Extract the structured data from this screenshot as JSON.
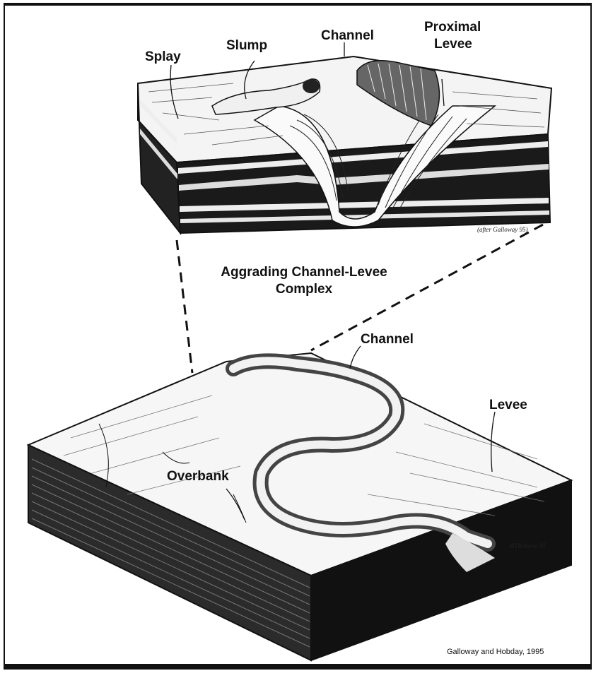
{
  "figure": {
    "upper_block": {
      "labels": {
        "splay": "Splay",
        "slump": "Slump",
        "channel": "Channel",
        "proximal_levee_line1": "Proximal",
        "proximal_levee_line2": "Levee"
      },
      "caption_line1": "Aggrading Channel-Levee",
      "caption_line2": "Complex"
    },
    "lower_block": {
      "labels": {
        "channel": "Channel",
        "levee": "Levee",
        "overbank": "Overbank"
      }
    },
    "citation": "Galloway and Hobday, 1995"
  }
}
